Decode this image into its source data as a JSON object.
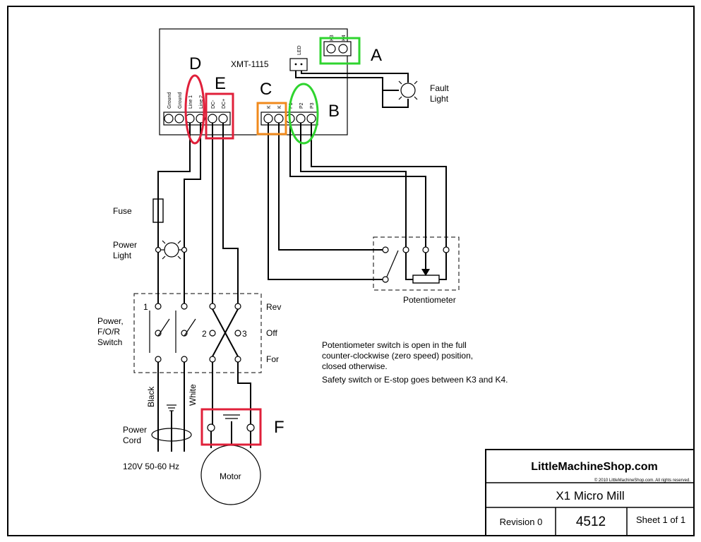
{
  "board": {
    "model": "XMT-1115",
    "led_label": "LED"
  },
  "terminals": {
    "ground1": "Ground",
    "ground2": "Ground",
    "line1": "Line 1",
    "line2": "Line 2",
    "dcneg": "DC-",
    "dcpos": "DC+",
    "k1": "K",
    "k2": "K",
    "p1": "P1",
    "p2": "P2",
    "p3": "P3",
    "k3": "K3",
    "k4": "K4"
  },
  "markers": {
    "a": "A",
    "b": "B",
    "c": "C",
    "d": "D",
    "e": "E",
    "f": "F"
  },
  "marker_colors": {
    "green": "#2fd42f",
    "red": "#e0203a",
    "orange": "#f08a1c"
  },
  "labels": {
    "fault_light_1": "Fault",
    "fault_light_2": "Light",
    "fuse": "Fuse",
    "power_light_1": "Power",
    "power_light_2": "Light",
    "switch_1": "Power,",
    "switch_2": "F/O/R",
    "switch_3": "Switch",
    "rev": "Rev",
    "off": "Off",
    "for": "For",
    "pos1": "1",
    "pos2": "2",
    "pos3": "3",
    "black": "Black",
    "white": "White",
    "cord_1": "Power",
    "cord_2": "Cord",
    "supply": "120V 50-60 Hz",
    "motor": "Motor",
    "potentiometer": "Potentiometer"
  },
  "notes": {
    "line1": "Potentiometer switch is open in the full",
    "line2": "counter-clockwise (zero speed) position,",
    "line3": "closed otherwise.",
    "line4": "Safety switch or E-stop goes between K3 and K4."
  },
  "title_block": {
    "company": "LittleMachineShop.com",
    "copyright": "© 2010 LittleMachineShop.com. All rights reserved.",
    "title": "X1 Micro Mill",
    "revision": "Revision 0",
    "number": "4512",
    "sheet": "Sheet 1 of 1"
  }
}
